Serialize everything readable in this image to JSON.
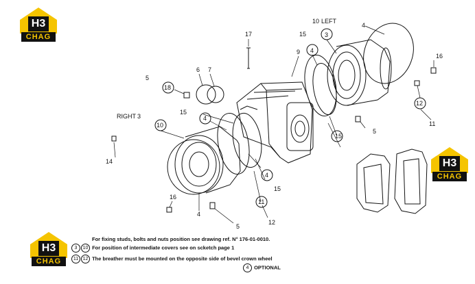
{
  "logo": {
    "top_left": "CHAG",
    "right": "CHAG",
    "bottom_left": "CHAG",
    "mark": "H3"
  },
  "labels": {
    "l17": "17",
    "l10": "10",
    "l_left": "LEFT",
    "l3a": "3",
    "l4a": "4",
    "l15a": "15",
    "l4b": "4",
    "l9": "9",
    "l16a": "16",
    "l5a": "5",
    "l18": "18",
    "l6": "6",
    "l7": "7",
    "l12a": "12",
    "l11a": "11",
    "l5b": "5",
    "l_right": "RIGHT",
    "l3b": "3",
    "l10b": "10",
    "l15b": "15",
    "l4c": "4",
    "l4d": "4",
    "l15c": "15",
    "l14": "14",
    "l16b": "16",
    "l4e": "4",
    "l11b": "11",
    "l12b": "12",
    "l5c": "5",
    "l15d": "15"
  },
  "notes": {
    "n1": "For  fixing studs, bolts and nuts position see drawing ref. N° 176-01-0010.",
    "n2_a": "3",
    "n2_b": "10",
    "n2": "For position of intermediate covers see on scketch page 1",
    "n3_a": "11",
    "n3_b": "12",
    "n3": "The breather must be mounted on the opposite side of bevel crown wheel",
    "n4_a": "4",
    "n4": "OPTIONAL"
  }
}
